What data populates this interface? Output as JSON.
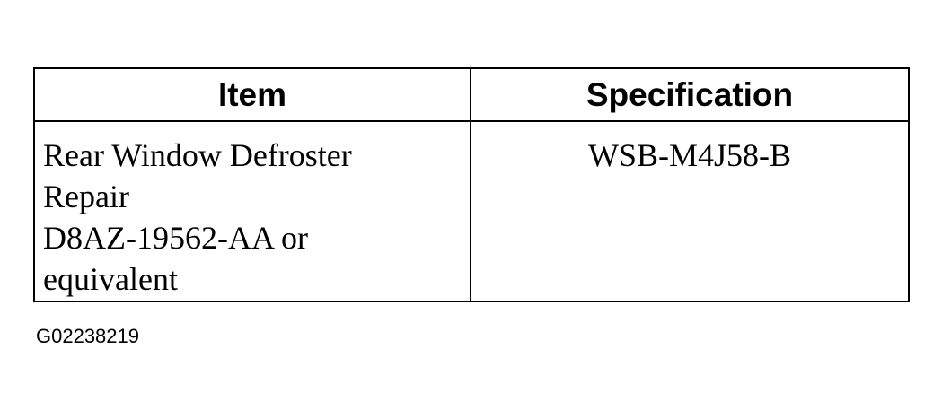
{
  "table": {
    "headers": {
      "item": "Item",
      "specification": "Specification"
    },
    "rows": [
      {
        "item_lines": [
          "Rear Window Defroster",
          "Repair",
          "D8AZ-19562-AA or",
          "equivalent"
        ],
        "specification": "WSB-M4J58-B"
      }
    ]
  },
  "figure_id": "G02238219"
}
